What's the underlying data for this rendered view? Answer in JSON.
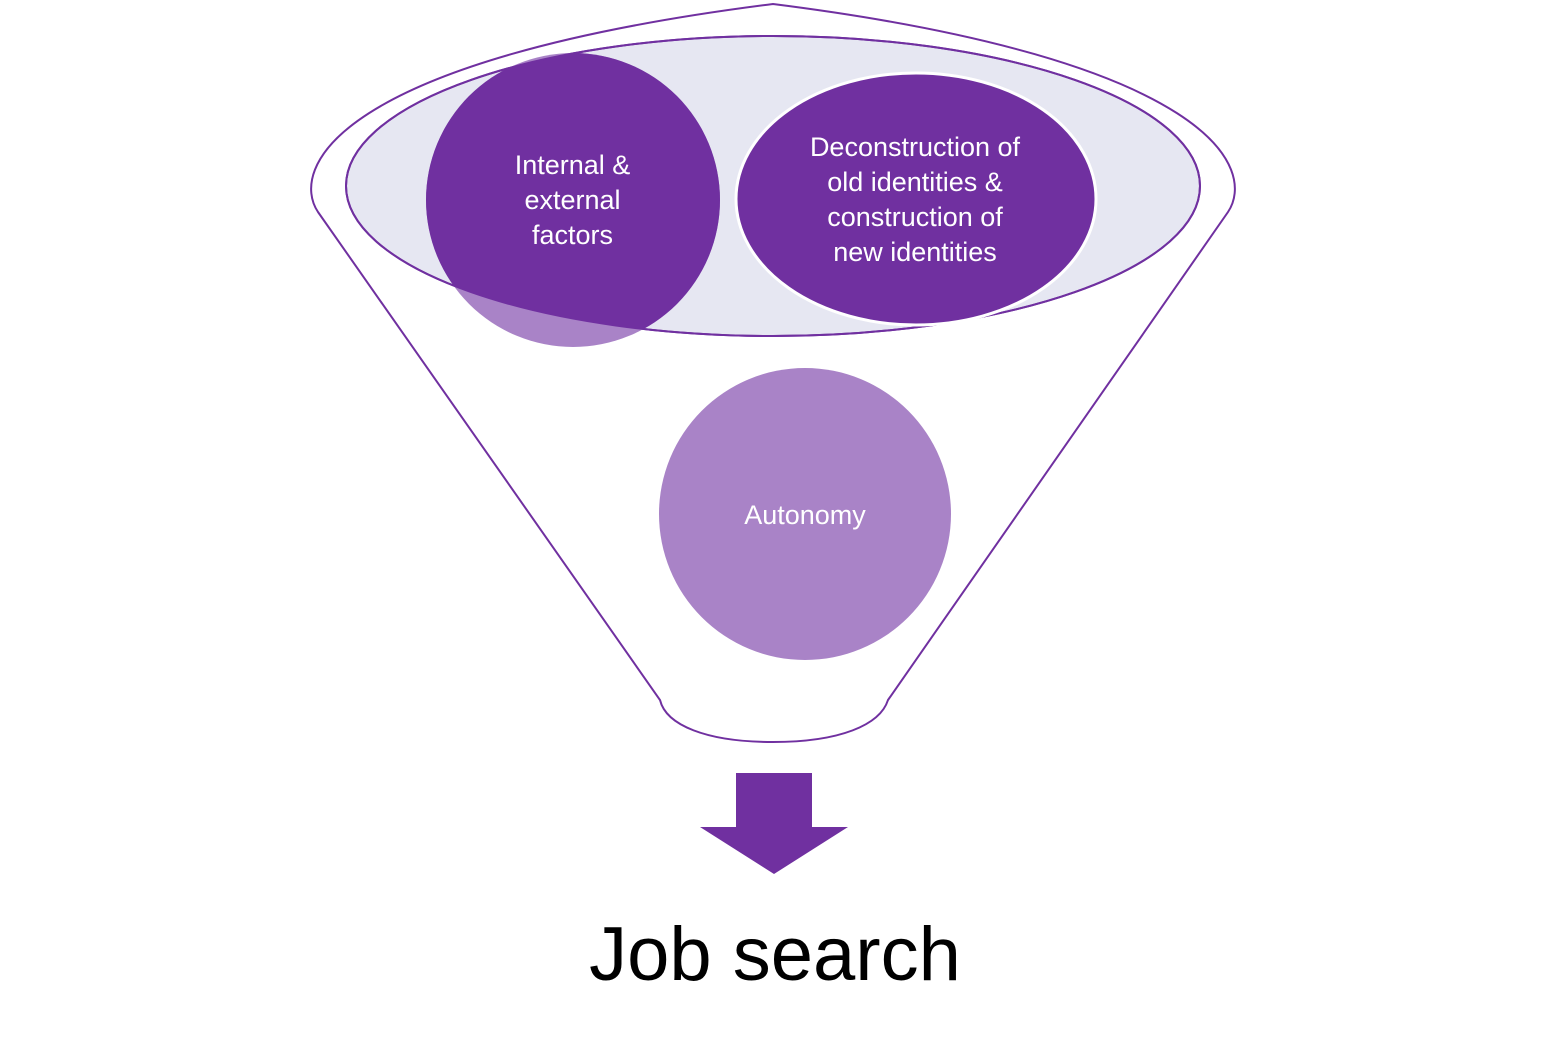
{
  "colors": {
    "dark_purple": "#7030a0",
    "light_purple": "#a983c7",
    "funnel_rim_fill": "#e6e7f2",
    "outline": "#7030a0",
    "text_light": "#ffffff",
    "text_dark": "#000000"
  },
  "funnel": {
    "nodes": [
      {
        "label": "Internal &\nexternal\nfactors"
      },
      {
        "label": "Deconstruction of\nold identities &\nconstruction of\nnew identities"
      },
      {
        "label": "Autonomy"
      }
    ]
  },
  "output": {
    "arrow_icon": "down-arrow-icon",
    "label": "Job search"
  }
}
